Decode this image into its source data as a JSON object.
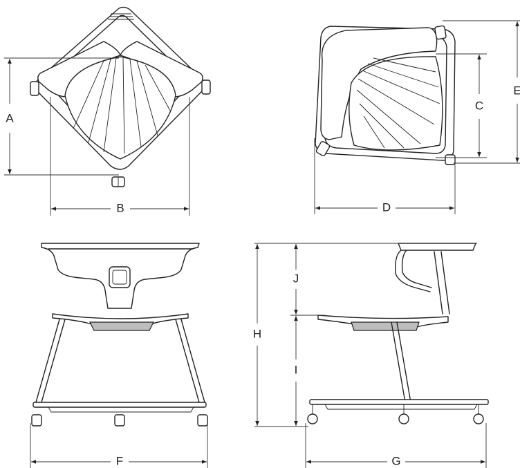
{
  "colors": {
    "line": "#222222",
    "background": "#ffffff"
  },
  "dimension_labels": {
    "A": "A",
    "B": "B",
    "C": "C",
    "D": "D",
    "E": "E",
    "F": "F",
    "G": "G",
    "H": "H",
    "I": "I",
    "J": "J"
  }
}
